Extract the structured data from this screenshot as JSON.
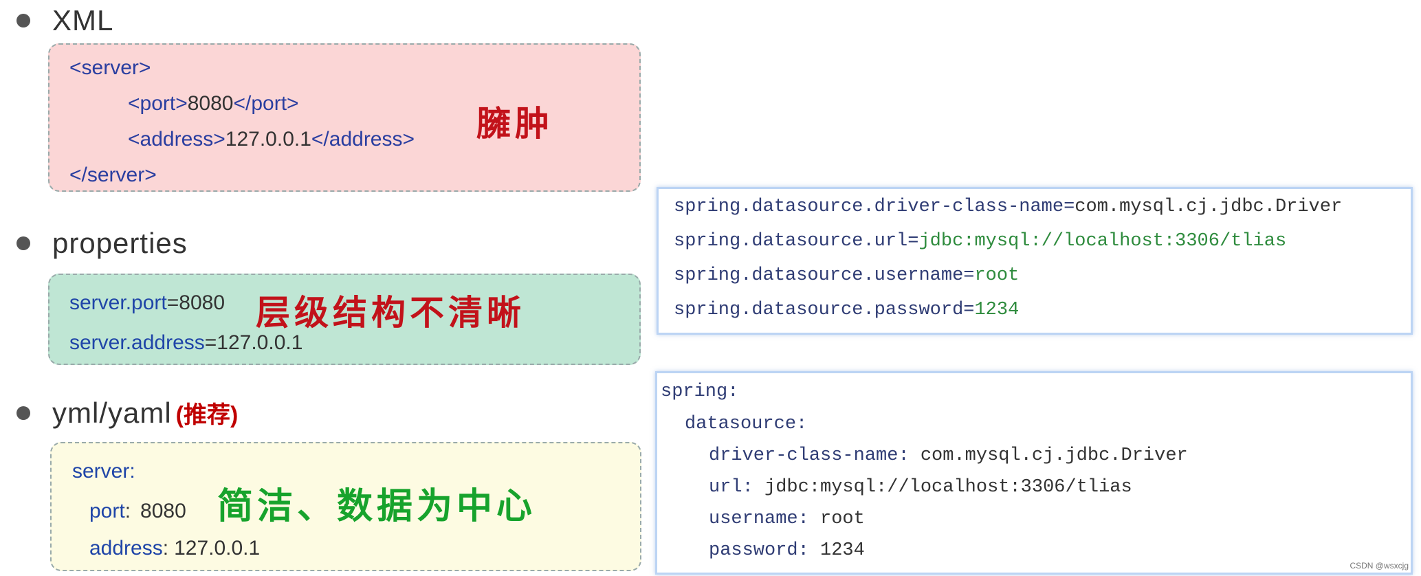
{
  "sections": {
    "xml": {
      "title": "XML"
    },
    "properties": {
      "title": "properties"
    },
    "yml": {
      "title": "yml/yaml",
      "note": "(推荐)"
    }
  },
  "xml_sample": {
    "open_server": "<server>",
    "port_open": "<port>",
    "port_value": "8080",
    "port_close": "</port>",
    "address_open": "<address>",
    "address_value": "127.0.0.1",
    "address_close": "</address>",
    "close_server": "</server>",
    "comment": "臃肿"
  },
  "properties_sample": {
    "line1_key": "server.port",
    "line1_eq": "=",
    "line1_val": "8080",
    "line2_key": "server.address",
    "line2_eq": "=",
    "line2_val": "127.0.0.1",
    "comment": "层级结构不清晰"
  },
  "yml_sample": {
    "server_key": "server:",
    "port_key": "port",
    "port_colon": ":",
    "port_val": "8080",
    "address_key": "address",
    "address_colon": ":",
    "address_val": "127.0.0.1",
    "comment": "简洁、数据为中心"
  },
  "properties_panel": [
    {
      "key": "spring.datasource.driver-class-name",
      "eq": "=",
      "val": "com.mysql.cj.jdbc.Driver"
    },
    {
      "key": "spring.datasource.url",
      "eq": "=",
      "val": "jdbc:mysql://localhost:3306/tlias"
    },
    {
      "key": "spring.datasource.username",
      "eq": "=",
      "val": "root"
    },
    {
      "key": "spring.datasource.password",
      "eq": "=",
      "val": "1234"
    }
  ],
  "yml_panel": [
    {
      "key": "spring",
      "colon": ":",
      "val": ""
    },
    {
      "key": "datasource",
      "colon": ":",
      "val": ""
    },
    {
      "key": "driver-class-name",
      "colon": ":",
      "val": " com.mysql.cj.jdbc.Driver"
    },
    {
      "key": "url",
      "colon": ":",
      "val": " jdbc:mysql://localhost:3306/tlias"
    },
    {
      "key": "username",
      "colon": ":",
      "val": " root"
    },
    {
      "key": "password",
      "colon": ":",
      "val": " 1234"
    }
  ],
  "watermark": "CSDN @wsxcjg",
  "colors": {
    "xml_box": "#fbd6d6",
    "properties_box": "#bfe6d4",
    "yml_box": "#fdfbe2",
    "comment_red": "#c2121a",
    "comment_green": "#17a32c",
    "recommend_note": "#c00000"
  }
}
